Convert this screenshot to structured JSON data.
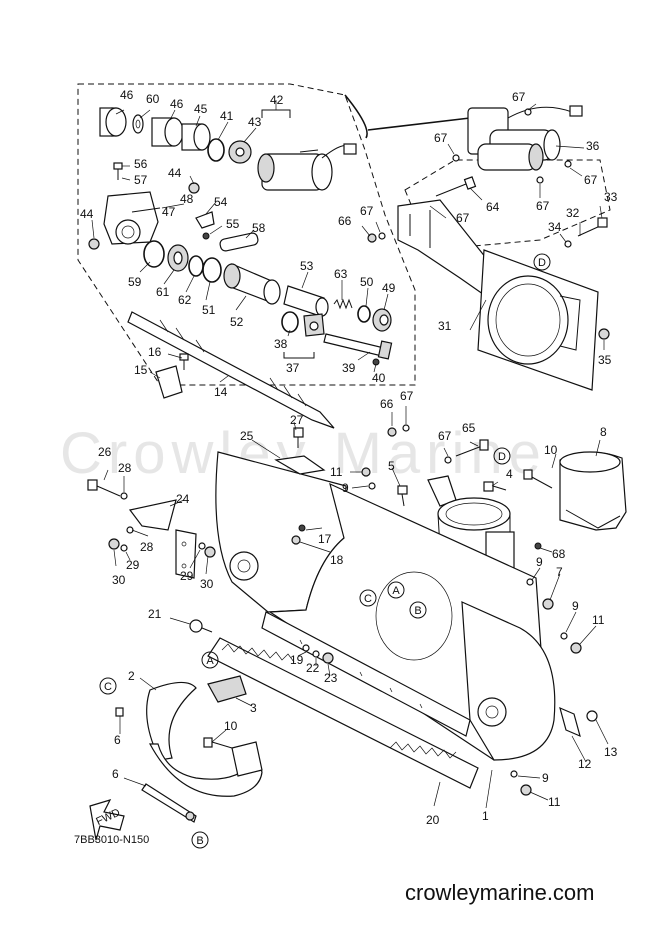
{
  "watermark": "Crowley Marine",
  "diagram_code": "7BB3010-N150",
  "footer": "crowleymarine.com",
  "callouts": {
    "A": "A",
    "B": "B",
    "C": "C",
    "D": "D"
  },
  "fwd_label": "FWD",
  "parts": {
    "p1": "1",
    "p2": "2",
    "p3": "3",
    "p4": "4",
    "p5": "5",
    "p6": "6",
    "p7": "7",
    "p8": "8",
    "p9": "9",
    "p10": "10",
    "p11": "11",
    "p12": "12",
    "p13": "13",
    "p14": "14",
    "p15": "15",
    "p16": "16",
    "p17": "17",
    "p18": "18",
    "p19": "19",
    "p20": "20",
    "p21": "21",
    "p22": "22",
    "p23": "23",
    "p24": "24",
    "p25": "25",
    "p26": "26",
    "p27": "27",
    "p28": "28",
    "p29": "29",
    "p30": "30",
    "p31": "31",
    "p32": "32",
    "p33": "33",
    "p34": "34",
    "p35": "35",
    "p36": "36",
    "p37": "37",
    "p38": "38",
    "p39": "39",
    "p40": "40",
    "p41": "41",
    "p42": "42",
    "p43": "43",
    "p44": "44",
    "p45": "45",
    "p46": "46",
    "p47": "47",
    "p48": "48",
    "p49": "49",
    "p50": "50",
    "p51": "51",
    "p52": "52",
    "p53": "53",
    "p54": "54",
    "p55": "55",
    "p56": "56",
    "p57": "57",
    "p58": "58",
    "p59": "59",
    "p60": "60",
    "p61": "61",
    "p62": "62",
    "p63": "63",
    "p64": "64",
    "p65": "65",
    "p66": "66",
    "p67": "67",
    "p68": "68"
  }
}
